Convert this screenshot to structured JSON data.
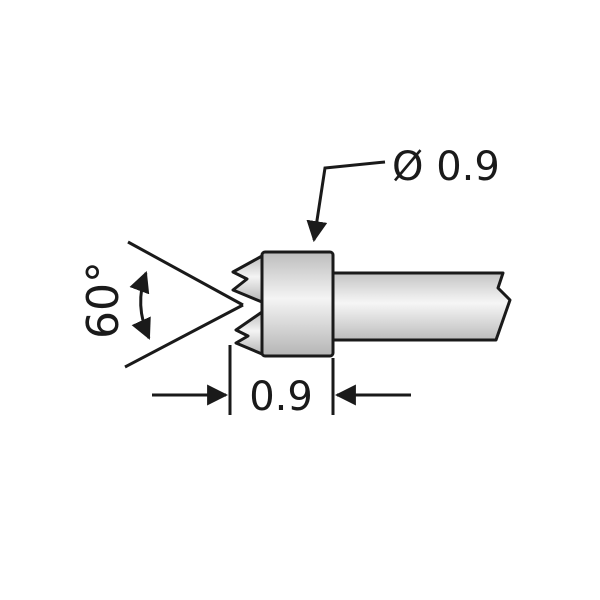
{
  "diagram": {
    "diameter_label": "Ø 0.9",
    "length_label": "0.9",
    "angle_label": "60°"
  },
  "colors": {
    "stroke": "#1a1a1a",
    "background": "#ffffff",
    "metal_light": "#f4f4f4",
    "metal_mid": "#d8d8d8",
    "metal_dark": "#b8b8b8"
  }
}
